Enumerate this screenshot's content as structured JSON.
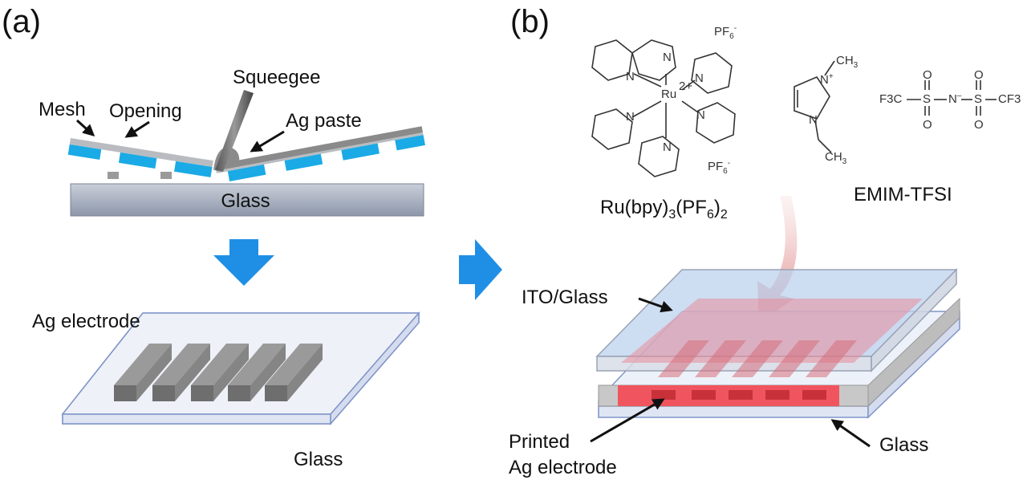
{
  "panels": {
    "a": {
      "label": "(a)",
      "labels": {
        "squeegee": "Squeegee",
        "mesh": "Mesh",
        "opening": "Opening",
        "ag_paste": "Ag paste",
        "glass_top": "Glass",
        "ag_electrode": "Ag electrode",
        "glass_bottom": "Glass"
      }
    },
    "b": {
      "label": "(b)",
      "chemistry": {
        "ru_complex": "Ru(bpy)",
        "ru_sub1": "3",
        "ru_pf": "(PF",
        "ru_sub2": "6",
        "ru_close": ")",
        "ru_sub3": "2",
        "ionic_liquid": "EMIM-TFSI",
        "ru_center": "Ru",
        "ru_charge": "2+",
        "n_atom": "N",
        "pf6_top": "PF",
        "pf6_bottom": "PF",
        "pf6_sub": "6",
        "pf6_minus": "-",
        "ch3": "CH",
        "ch3_sub": "3",
        "n_plus": "N",
        "plus": "+",
        "tfsi_left": "F3C",
        "tfsi_s": "S",
        "tfsi_n": "N",
        "tfsi_minus": "–",
        "tfsi_right": "CF3",
        "tfsi_o": "O"
      },
      "labels": {
        "ito_glass": "ITO/Glass",
        "glass": "Glass",
        "printed_line1": "Printed",
        "printed_line2": "Ag electrode"
      }
    }
  },
  "colors": {
    "mesh_blue": "#1aaae6",
    "mesh_gray": "#b8bcc0",
    "arrow_blue": "#1f8fe6",
    "glass_substrate": "#a4adbd",
    "glass_edge": "#7f94c8",
    "electrode_gray": "#7d7d7d",
    "emissive_red": "#f0555f",
    "pink_arrow": "#e8a0a0"
  }
}
